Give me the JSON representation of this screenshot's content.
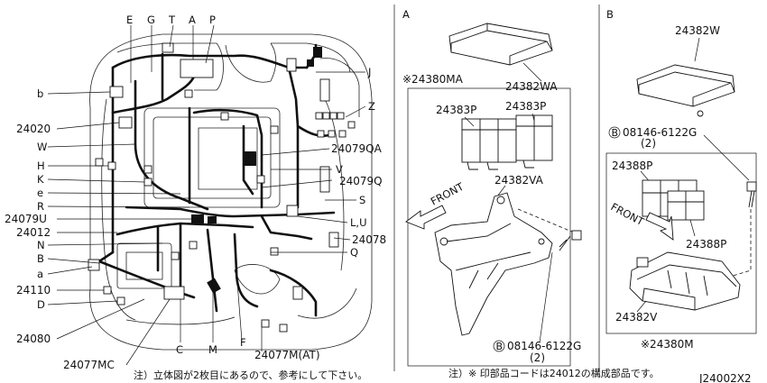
{
  "harness_labels": {
    "E": "E",
    "G": "G",
    "T": "T",
    "A": "A",
    "P": "P",
    "b": "b",
    "p24020": "24020",
    "W": "W",
    "H": "H",
    "K": "K",
    "e": "e",
    "R": "R",
    "p24079U": "24079U",
    "p24012": "24012",
    "N": "N",
    "B": "B",
    "a": "a",
    "p24110": "24110",
    "D": "D",
    "p24080": "24080",
    "p24077MC": "24077MC",
    "C": "C",
    "M": "M",
    "F": "F",
    "p24077MAT": "24077M(AT)",
    "J": "J",
    "Z": "Z",
    "p24079QA": "24079QA",
    "V": "V",
    "p24079Q": "24079Q",
    "S": "S",
    "LU": "L,U",
    "p24078": "24078",
    "Q": "Q"
  },
  "panel_a": {
    "title": "A",
    "p24382WA": "24382WA",
    "p24380MA": "※24380MA",
    "p24383P_1": "24383P",
    "p24383P_2": "24383P",
    "front": "FRONT",
    "p24382VA": "24382VA",
    "bolt_circle": "B",
    "bolt": "08146-6122G",
    "bolt_qty": "(2)"
  },
  "panel_b": {
    "title": "B",
    "p24382W": "24382W",
    "bolt_circle": "B",
    "bolt": "08146-6122G",
    "bolt_qty": "(2)",
    "p24388P_1": "24388P",
    "p24388P_2": "24388P",
    "front": "FRONT",
    "p24382V": "24382V",
    "p24380M": "※24380M"
  },
  "notes": {
    "note1": "注）立体図が2枚目にあるので、参考にして下さい。",
    "note2": "注）※ 印部品コードは24012の構成部品です。",
    "diagram_id": "J24002X2"
  }
}
